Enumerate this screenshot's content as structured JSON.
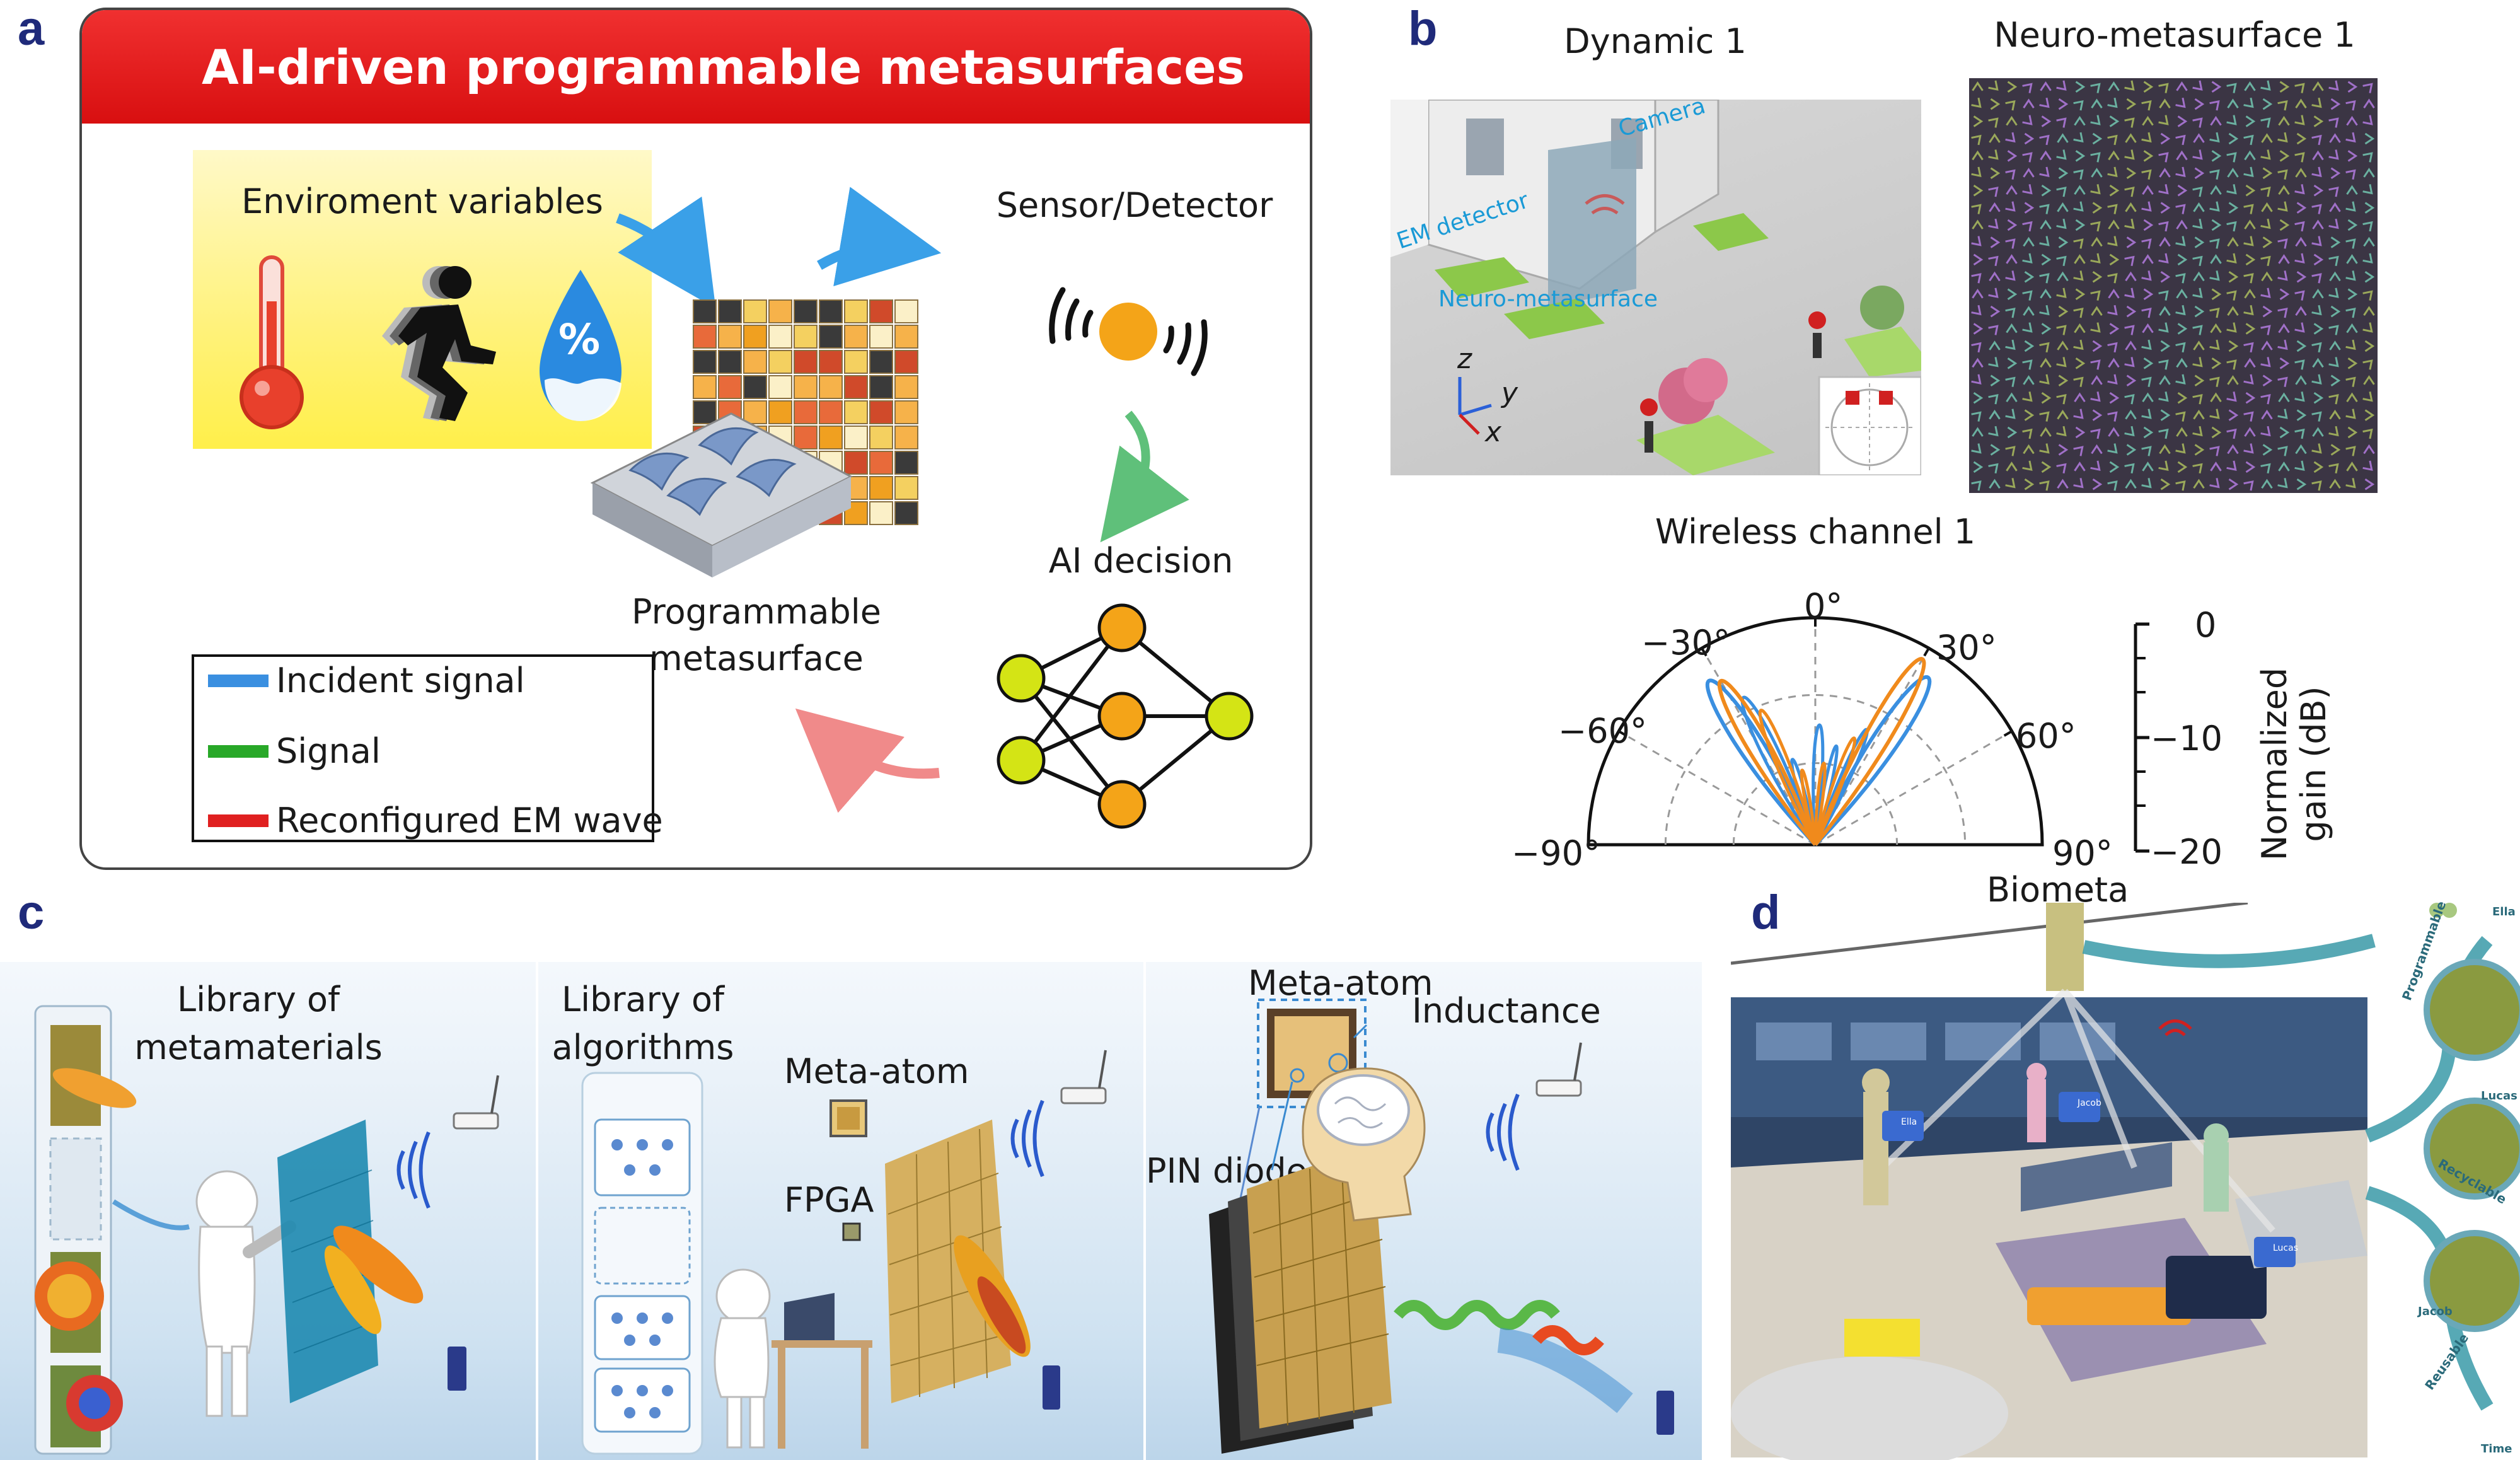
{
  "panel_labels": {
    "a": "a",
    "b": "b",
    "c": "c",
    "d": "d"
  },
  "panel_a": {
    "title": "AI-driven programmable metasurfaces",
    "environment_label": "Enviroment variables",
    "humidity_symbol": "%",
    "sensor_label": "Sensor/Detector",
    "metasurface_label_line1": "Programmable",
    "metasurface_label_line2": "metasurface",
    "ai_label": "AI decision",
    "legend": [
      {
        "label": "Incident signal",
        "color": "#3a8fe0"
      },
      {
        "label": "Signal",
        "color": "#28a828"
      },
      {
        "label": "Reconfigured EM wave",
        "color": "#e02020"
      }
    ]
  },
  "panel_b": {
    "scene_title": "Dynamic 1",
    "pattern_title": "Neuro-metasurface 1",
    "scene_labels": {
      "camera": "Camera",
      "em_detector": "EM detector",
      "neuro": "Neuro-metasurface",
      "z": "z",
      "y": "y",
      "x": "x"
    },
    "polar_title": "Wireless channel 1",
    "angle_labels": [
      "−90°",
      "−60°",
      "−30°",
      "0°",
      "30°",
      "60°",
      "90°"
    ],
    "gain_ticks": [
      "0",
      "−10",
      "−20"
    ],
    "gain_label_line1": "Normalized",
    "gain_label_line2": "gain (dB)"
  },
  "panel_c": {
    "library_meta_line1": "Library of",
    "library_meta_line2": "metamaterials",
    "library_algo_line1": "Library of",
    "library_algo_line2": "algorithms",
    "meta_atom_label": "Meta-atom",
    "fpga_label": "FPGA",
    "meta_atom_label_2": "Meta-atom",
    "inductance_label": "Inductance",
    "pin_diode_label": "PIN diode"
  },
  "panel_d": {
    "biometa_label": "Biometa",
    "timeline_labels": [
      "Ella",
      "Lucas",
      "Jacob",
      "Programmable",
      "Recyclable",
      "Reusable",
      "Time"
    ],
    "tag_labels": [
      "Ella",
      "Jacob",
      "Lucas"
    ]
  },
  "colors": {
    "blue_beam": "#3a8fe0",
    "orange_beam": "#f08a1c",
    "red_title": "#e41b1b",
    "label_navy": "#1f2a7a"
  }
}
